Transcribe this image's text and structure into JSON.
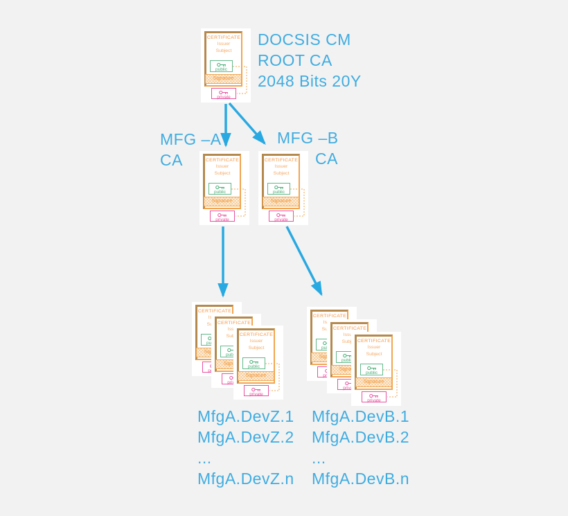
{
  "page": {
    "background": "#f2f2f2",
    "description": "DOCSIS CM certificate hierarchy diagram"
  },
  "colors": {
    "arrow_cyan": "#29a9e1",
    "text_cyan": "#3face0",
    "cert_orange": "#f1a54f",
    "cert_shadow_tan": "#b5894e",
    "signature_orange": "#ef9435",
    "public_key_green": "#45ad74",
    "private_key_pink": "#e8519f",
    "card_white": "#ffffff"
  },
  "icons": {
    "key": "key-icon"
  },
  "certificate": {
    "title": "CERTIFICATE",
    "issuer": "Issuer",
    "subject": "Subject",
    "public_label": "public",
    "signature_label": "Signature",
    "private_label": "private"
  },
  "labels": {
    "root": "DOCSIS CM\nROOT CA\n2048 Bits 20Y",
    "mfg_a": "MFG –A\nCA",
    "mfg_b_line1": "MFG –B",
    "mfg_b_line2": "CA",
    "devices_left": "MfgA.DevZ.1\nMfgA.DevZ.2\n...\nMfgA.DevZ.n",
    "devices_right": "MfgA.DevB.1\nMfgA.DevB.2\n...\nMfgA.DevB.n"
  }
}
